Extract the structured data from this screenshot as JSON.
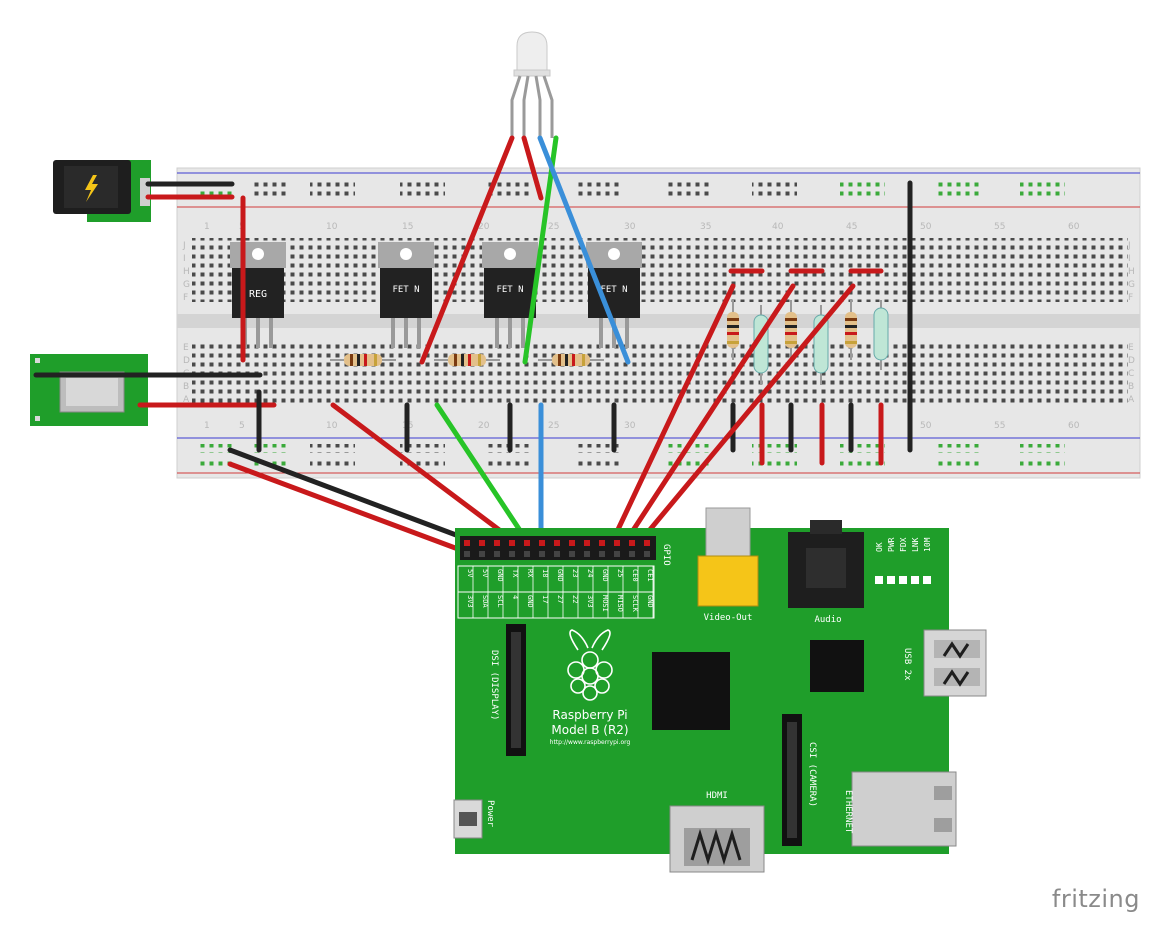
{
  "breadboard": {
    "column_numbers": [
      "1",
      "5",
      "10",
      "15",
      "20",
      "25",
      "30",
      "35",
      "40",
      "45",
      "50",
      "55",
      "60"
    ],
    "row_letters_top": [
      "J",
      "I",
      "H",
      "G",
      "F"
    ],
    "row_letters_bottom": [
      "E",
      "D",
      "C",
      "B",
      "A"
    ]
  },
  "components": {
    "regulator_label": "REG",
    "fet_label": "FET N"
  },
  "raspberry_pi": {
    "name_line1": "Raspberry Pi",
    "name_line2": "Model B (R2)",
    "url": "http://www.raspberrypi.org",
    "gpio_label": "GPIO",
    "header_top_labels": [
      "5V",
      "5V",
      "GND",
      "TX",
      "RX",
      "18",
      "GND",
      "23",
      "24",
      "GND",
      "25",
      "CE0",
      "CE1"
    ],
    "header_bottom_labels": [
      "3V3",
      "SDA",
      "SCL",
      "4",
      "GND",
      "17",
      "27",
      "22",
      "3V3",
      "MOSI",
      "MISO",
      "SCLK",
      "GND"
    ],
    "video_out_label": "Video-Out",
    "audio_label": "Audio",
    "leds_label": [
      "OK",
      "PWR",
      "FDX",
      "LNK",
      "10M"
    ],
    "usb_label": "USB 2x",
    "dsi_label": "DSI (DISPLAY)",
    "csi_label": "CSI (CAMERA)",
    "hdmi_label": "HDMI",
    "ethernet_label": "ETHERNET",
    "power_label": "Power"
  },
  "watermark": "fritzing",
  "colors": {
    "wire_red": "#c8191b",
    "wire_black": "#222222",
    "wire_green": "#27c427",
    "wire_blue": "#3a8fd9",
    "pcb_green": "#1f9e2a",
    "breadboard": "#e6e6e6"
  }
}
